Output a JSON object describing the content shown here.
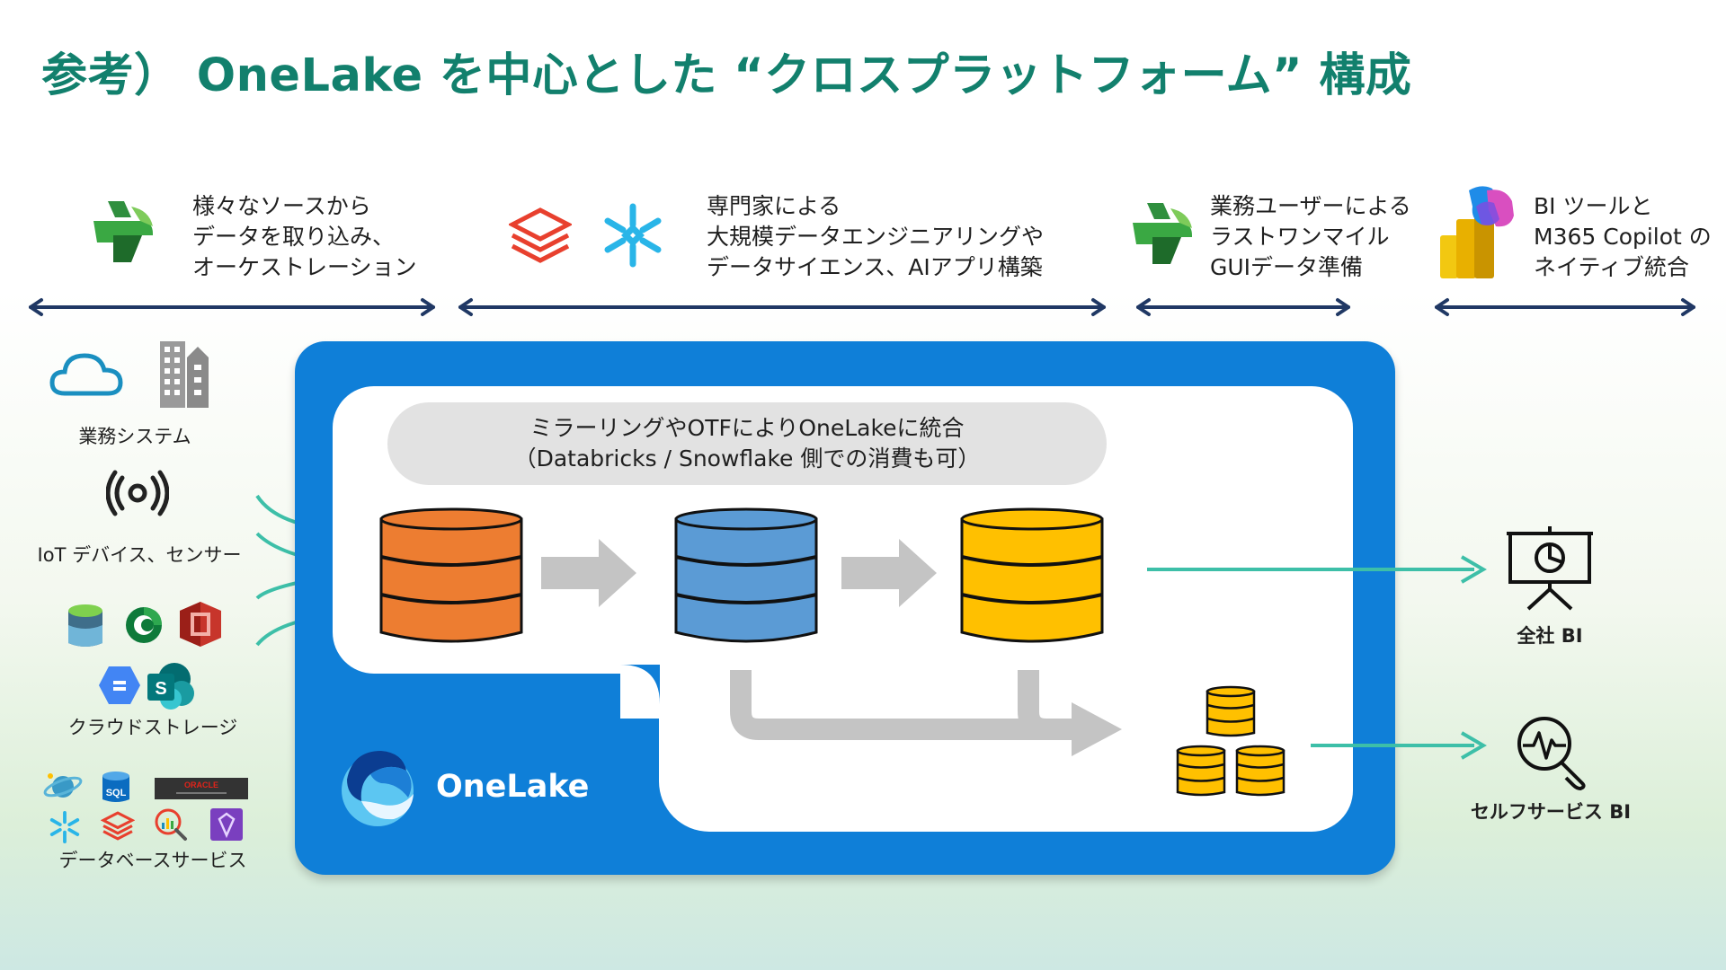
{
  "title": "参考） OneLake を中心とした “クロスプラットフォーム” 構成",
  "headers": [
    {
      "lines": [
        "様々なソースから",
        "データを取り込み、",
        "オーケストレーション"
      ]
    },
    {
      "lines": [
        "専門家による",
        "大規模データエンジニアリングや",
        "データサイエンス、AIアプリ構築"
      ]
    },
    {
      "lines": [
        "業務ユーザーによる",
        "ラストワンマイル",
        "GUIデータ準備"
      ]
    },
    {
      "lines": [
        "BI ツールと",
        "M365 Copilot の",
        "ネイティブ統合"
      ]
    }
  ],
  "sources": {
    "business_systems": "業務システム",
    "iot": "IoT デバイス、センサー",
    "cloud_storage": "クラウドストレージ",
    "database_services": "データベースサービス",
    "oracle_text": "ORACLE",
    "sql_text": "SQL",
    "sharepoint_letter": "S"
  },
  "onelake": {
    "name": "OneLake",
    "mirror_line1": "ミラーリングやOTFによりOneLakeに統合",
    "mirror_line2": "（Databricks / Snowflake 側での消費も可）"
  },
  "outputs": {
    "enterprise_bi": "全社 BI",
    "self_service_bi": "セルフサービス BI"
  },
  "colors": {
    "title": "#12806d",
    "frame": "#0f7fd8",
    "bronze": "#ed7d31",
    "silver": "#5b9bd5",
    "gold": "#ffc000",
    "teal_arrow": "#3dbfa8",
    "gray_arrow": "#c4c4c4",
    "scope_arrow": "#203864"
  }
}
